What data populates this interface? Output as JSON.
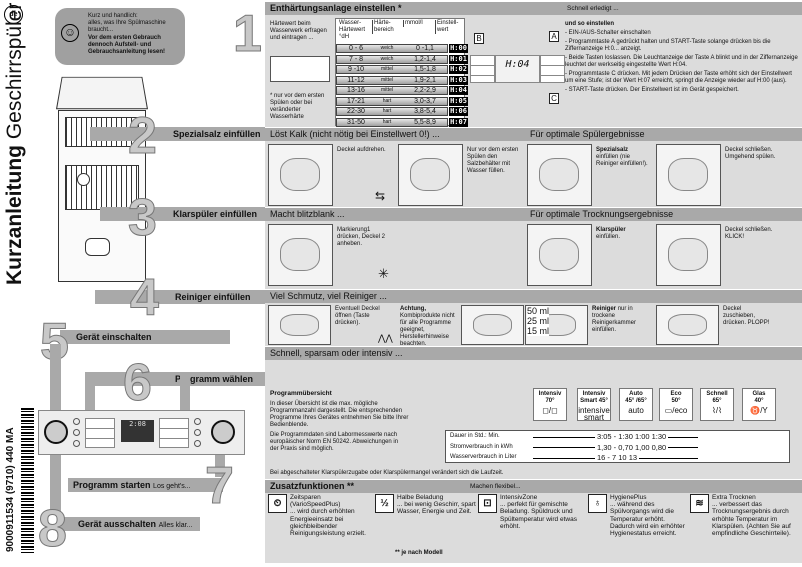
{
  "cover": {
    "lang_badge": "de",
    "title_bold": "Kurzanleitung",
    "title_light": "Geschirrspüler",
    "barcode_number": "9000911534 (9710) 440 MA",
    "bubble_line1": "Kurz und handlich:",
    "bubble_line2": "alles, was Ihre Spülmaschine braucht...",
    "bubble_bold": "Vor dem ersten Gebrauch dennoch Aufstell- und Gebrauchsanleitung lesen!",
    "smiley_icon": "smiley-icon"
  },
  "steps": {
    "n1": "1",
    "n2": "2",
    "n3": "3",
    "n4": "4",
    "n5": "5",
    "n6": "6",
    "n7": "7",
    "n8": "8",
    "s2": "Spezialsalz einfüllen",
    "s3": "Klarspüler einfüllen",
    "s4": "Reiniger einfüllen",
    "s5": "Gerät einschalten",
    "s6": "Programm wählen",
    "s7": "Programm starten",
    "s7_sub": "Los geht's...",
    "s8": "Gerät ausschalten",
    "s8_sub": "Alles klar...",
    "panel_display": "2:08"
  },
  "softener": {
    "title": "Enthärtungsanlage einstellen *",
    "subtitle": "Schnell erledigt ...",
    "intro": "Härtewert beim Wasserwerk erfragen und eintragen ...",
    "footnote": "* nur vor dem ersten Spülen oder bei veränderter Wasserhärte",
    "columns": [
      "Wasser-Härtewert °dH",
      "Härte-bereich",
      "mmol/l",
      "Einstell-wert"
    ],
    "rows": [
      [
        "0 - 6",
        "weich",
        "0 -1,1",
        "H:00"
      ],
      [
        "7 - 8",
        "weich",
        "1,2-1,4",
        "H:01"
      ],
      [
        "9 -10",
        "mittel",
        "1,5-1,8",
        "H:02"
      ],
      [
        "11-12",
        "mittel",
        "1,9-2,1",
        "H:03"
      ],
      [
        "13-16",
        "mittel",
        "2,2-2,9",
        "H:04"
      ],
      [
        "17-21",
        "hart",
        "3,0-3,7",
        "H:05"
      ],
      [
        "22-30",
        "hart",
        "3,8-5,4",
        "H:06"
      ],
      [
        "31-50",
        "hart",
        "5,5-8,9",
        "H:07"
      ]
    ],
    "display_value": "H:04",
    "key_a": "A",
    "key_b": "B",
    "key_c": "C",
    "howto_title": "und so einstellen",
    "howto": [
      "- EIN-/AUS-Schalter einschalten",
      "- Programmtaste A gedrückt halten und START-Taste solange drücken bis die Ziffernanzeige H:0... anzeigt.",
      "- Beide Tasten loslassen. Die Leuchtanzeige der Taste A blinkt und in der Ziffernanzeige leuchtet der werkseitig eingestellte Wert H:04.",
      "- Programmtaste C drücken. Mit jedem Drücken der Taste erhöht sich der Einstellwert um eine Stufe; ist der Wert H:07 erreicht, springt die Anzeige wieder auf H:00 (aus).",
      "- START-Taste drücken. Der Einstellwert ist im Gerät gespeichert."
    ]
  },
  "salt": {
    "header": "Löst Kalk (nicht nötig bei Einstellwert 0!) ...",
    "header_right": "Für optimale Spülergebnisse",
    "t1": "Deckel aufdrehen.",
    "t2": "Nur vor dem ersten Spülen den Salzbehälter mit Wasser füllen.",
    "t3_bold": "Spezialsalz",
    "t3": "einfüllen (nie Reiniger einfüllen!).",
    "t4": "Deckel schließen. Umgehend spülen.",
    "symbol": "⇆"
  },
  "rinse": {
    "header": "Macht blitzblank ...",
    "header_right": "Für optimale Trocknungsergebnisse",
    "t1": "Markierung1 drücken, Deckel 2 anheben.",
    "t2_bold": "Klarspüler",
    "t2": "einfüllen.",
    "t3": "Deckel schließen. KLICK!",
    "symbol": "✳"
  },
  "detergent": {
    "header": "Viel Schmutz, viel Reiniger ...",
    "t1": "Eventuell Deckel öffnen (Taste drücken).",
    "t2_bold": "Achtung,",
    "t2": "Kombiprodukte nicht für alle Programme geeignet, Herstellerhinweise beachten.",
    "ml": [
      "50 ml",
      "25 ml",
      "15 ml"
    ],
    "t3_bold": "Reiniger",
    "t3": "nur in trockene Reinigerkammer einfüllen.",
    "t4": "Deckel zuschieben, drücken. PLOPP!",
    "symbol": "⋀⋀"
  },
  "programs": {
    "header": "Schnell, sparsam oder intensiv ...",
    "overview_title": "Programmübersicht",
    "overview_text": "In dieser Übersicht ist die max. mögliche Programmanzahl dargestellt. Die entsprechenden Programme Ihres Gerätes entnehmen Sie bitte Ihrer Bedienblende.",
    "lab_text": "Die Programmdaten sind Labormesswerte nach europäischer Norm EN 50242. Abweichungen in der Praxis sind möglich.",
    "items": [
      {
        "name": "Intensiv",
        "temp": "70°",
        "icon": "◻/◻"
      },
      {
        "name": "Intensiv",
        "temp": "Smart 45°",
        "icon": "intensive smart"
      },
      {
        "name": "Auto",
        "temp": "45° /65°",
        "icon": "auto"
      },
      {
        "name": "Eco",
        "temp": "50°",
        "icon": "▭/eco"
      },
      {
        "name": "Schnell",
        "temp": "65°",
        "icon": "⌇/⌇"
      },
      {
        "name": "Glas",
        "temp": "40°",
        "icon": "♉/Y"
      }
    ],
    "data_rows": [
      {
        "label": "Dauer in Std.: Min.",
        "value": "3:05 - 1:30 1:00 1:30"
      },
      {
        "label": "Stromverbrauch in kWh",
        "value": "1,30 - 0,70 1,00 0,80"
      },
      {
        "label": "Wasserverbrauch in Liter",
        "value": "16 - 7 10 13"
      }
    ],
    "note": "Bei abgeschalteter Klarspülerzugabe oder Klarspülermangel verändert sich die Laufzeit."
  },
  "extras": {
    "header": "Zusatzfunktionen **",
    "header_right": "Machen flexibel...",
    "footnote": "** je nach  Modell",
    "items": [
      {
        "icon": "⏲",
        "title": "Zeitsparen (VarioSpeedPlus)",
        "text": "... wird durch erhöhten Energieeinsatz bei gleichbleibender Reinigungsleistung erzielt."
      },
      {
        "icon": "½",
        "title": "Halbe Beladung",
        "text": "... bei wenig Geschirr, spart Wasser, Energie und Zeit."
      },
      {
        "icon": "⊡",
        "title": "IntensivZone",
        "text": "... perfekt für gemischte Beladung. Spüldruck und Spültemperatur wird etwas erhöht."
      },
      {
        "icon": "♁",
        "title": "HygienePlus",
        "text": "... während des Spülvorgangs wird die Temperatur erhöht. Dadurch wird ein erhöhter Hygienestatus erreicht."
      },
      {
        "icon": "≋",
        "title": "Extra Trocknen",
        "text": "... verbessert das Trocknungsergebnis durch erhöhte Temperatur im Klarspülen. (Achten Sie auf empfindliche Geschirrteile)."
      }
    ]
  }
}
